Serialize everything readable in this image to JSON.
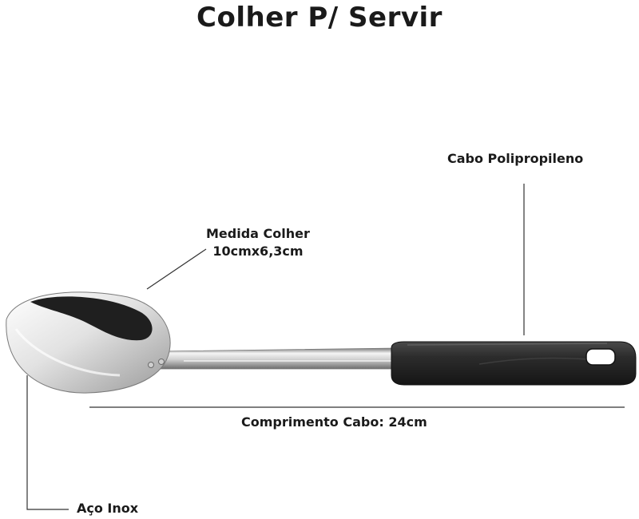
{
  "title": "Colher P/ Servir",
  "labels": {
    "cabo": "Cabo Polipropileno",
    "medida_line1": "Medida Colher",
    "medida_line2": "10cmx6,3cm",
    "comprimento": "Comprimento Cabo: 24cm",
    "aco": "Aço Inox"
  },
  "colors": {
    "steel_light": "#f4f4f4",
    "steel_dark": "#8a8a8a",
    "handle": "#2a2a2a",
    "line": "#333333"
  }
}
